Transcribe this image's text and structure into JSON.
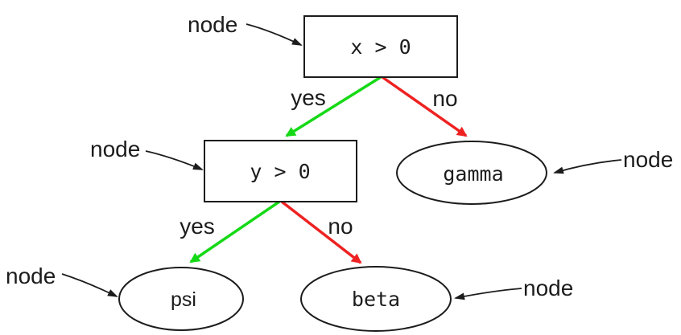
{
  "diagram": {
    "annotation_label": "node",
    "nodes": [
      {
        "id": "root",
        "shape": "rect",
        "label": "x > 0"
      },
      {
        "id": "internal",
        "shape": "rect",
        "label": "y > 0"
      },
      {
        "id": "gamma",
        "shape": "ellipse",
        "label": "gamma"
      },
      {
        "id": "psi",
        "shape": "ellipse",
        "label": "psi"
      },
      {
        "id": "beta",
        "shape": "ellipse",
        "label": "beta"
      }
    ],
    "edges": [
      {
        "from": "root",
        "to": "internal",
        "label": "yes",
        "color_key": "yes_edge"
      },
      {
        "from": "root",
        "to": "gamma",
        "label": "no",
        "color_key": "no_edge"
      },
      {
        "from": "internal",
        "to": "psi",
        "label": "yes",
        "color_key": "yes_edge"
      },
      {
        "from": "internal",
        "to": "beta",
        "label": "no",
        "color_key": "no_edge"
      }
    ]
  },
  "colors": {
    "yes_edge": "#16d916",
    "no_edge": "#ee2222",
    "node_stroke": "#1c1c1c",
    "text": "#1c1c1c"
  }
}
